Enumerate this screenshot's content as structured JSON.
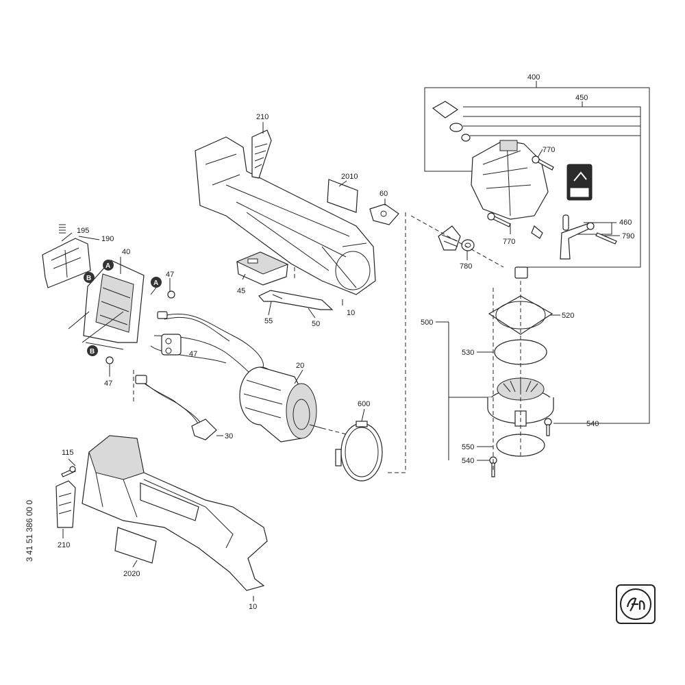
{
  "document_number": "3 41 51 386 00 0",
  "brand": "fein",
  "labels": [
    {
      "id": "l400",
      "text": "400"
    },
    {
      "id": "l450",
      "text": "450"
    },
    {
      "id": "l770a",
      "text": "770"
    },
    {
      "id": "l770b",
      "text": "770"
    },
    {
      "id": "l460",
      "text": "460"
    },
    {
      "id": "l790",
      "text": "790"
    },
    {
      "id": "l780",
      "text": "780"
    },
    {
      "id": "l500",
      "text": "500"
    },
    {
      "id": "l520",
      "text": "520"
    },
    {
      "id": "l530",
      "text": "530"
    },
    {
      "id": "l540a",
      "text": "540"
    },
    {
      "id": "l540b",
      "text": "540"
    },
    {
      "id": "l550",
      "text": "550"
    },
    {
      "id": "l210a",
      "text": "210"
    },
    {
      "id": "l210b",
      "text": "210"
    },
    {
      "id": "l2010",
      "text": "2010"
    },
    {
      "id": "l60",
      "text": "60"
    },
    {
      "id": "l195",
      "text": "195"
    },
    {
      "id": "l190",
      "text": "190"
    },
    {
      "id": "l40",
      "text": "40"
    },
    {
      "id": "l47a",
      "text": "47"
    },
    {
      "id": "l47b",
      "text": "47"
    },
    {
      "id": "l47c",
      "text": "47"
    },
    {
      "id": "l45",
      "text": "45"
    },
    {
      "id": "l55",
      "text": "55"
    },
    {
      "id": "l50",
      "text": "50"
    },
    {
      "id": "l10a",
      "text": "10"
    },
    {
      "id": "l10b",
      "text": "10"
    },
    {
      "id": "l20",
      "text": "20"
    },
    {
      "id": "l600",
      "text": "600"
    },
    {
      "id": "l30",
      "text": "30"
    },
    {
      "id": "l115",
      "text": "115"
    },
    {
      "id": "l2020",
      "text": "2020"
    }
  ],
  "badges": [
    {
      "id": "bA1",
      "text": "A"
    },
    {
      "id": "bB1",
      "text": "B"
    },
    {
      "id": "bA2",
      "text": "A"
    },
    {
      "id": "bB2",
      "text": "B"
    }
  ]
}
